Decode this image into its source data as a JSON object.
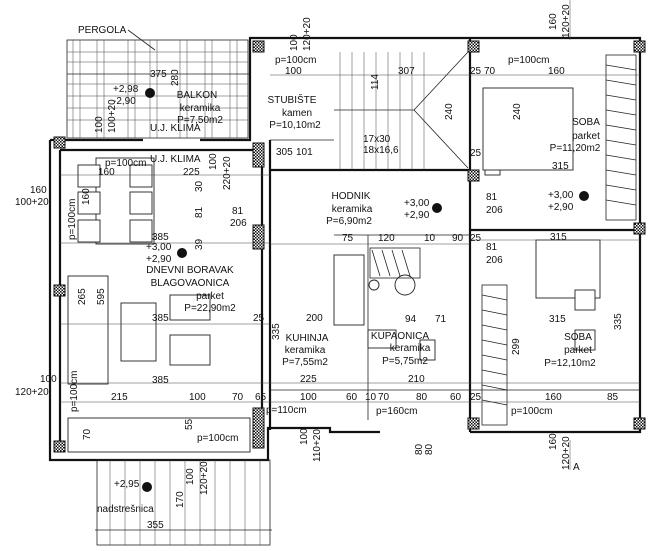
{
  "labels": {
    "pergola": "PERGOLA",
    "klima_1": "U.J. KLIMA",
    "klima_2": "U.J. KLIMA",
    "canopy": "nadstrešnica",
    "canopy_level": "+2,95",
    "section_mark": "A",
    "stair_1": "17x30",
    "stair_2": "18x16,6"
  },
  "rooms": [
    {
      "name": "BALKON",
      "floor": "keramika",
      "area": "P=7,50m2",
      "level_top": "+2,98",
      "level_bottom": "-2,90"
    },
    {
      "name": "STUBIŠTE",
      "floor": "kamen",
      "area": "P=10,10m2"
    },
    {
      "name": "SOBA",
      "floor": "parket",
      "area": "P=11,20m2",
      "level_top": "+3,00",
      "level_bottom": "+2,90"
    },
    {
      "name": "HODNIK",
      "floor": "keramika",
      "area": "P=6,90m2",
      "level_top": "+3,00",
      "level_bottom": "+2,90"
    },
    {
      "name": "DNEVNI BORAVAK",
      "name2": "BLAGOVAONICA",
      "floor": "parket",
      "area": "P=22,90m2",
      "level_top": "+3,00",
      "level_bottom": "+2,90"
    },
    {
      "name": "KUHINJA",
      "floor": "keramika",
      "area": "P=7,55m2"
    },
    {
      "name": "KUPAONICA",
      "floor": "keramika",
      "area": "P=5,75m2"
    },
    {
      "name": "SOBA",
      "floor": "parket",
      "area": "P=12,10m2"
    }
  ],
  "dims": [
    "375",
    "280",
    "100",
    "100+20",
    "p=100cm",
    "100",
    "120+20",
    "100",
    "p=100cm",
    "160",
    "225",
    "160",
    "100+20",
    "p=100cm",
    "160",
    "385",
    "30",
    "81",
    "39",
    "81",
    "206",
    "100",
    "220+20",
    "307",
    "114",
    "240",
    "25",
    "70",
    "160",
    "p=100cm",
    "240",
    "315",
    "25",
    "101",
    "305",
    "81",
    "206",
    "81",
    "206",
    "75",
    "120",
    "10",
    "90",
    "25",
    "315",
    "160",
    "120+20",
    "265",
    "595",
    "385",
    "335",
    "25",
    "200",
    "385",
    "225",
    "100",
    "120+20",
    "215",
    "100",
    "70",
    "65",
    "100",
    "60",
    "10",
    "70",
    "80",
    "60",
    "25",
    "160",
    "85",
    "p=100cm",
    "p=110cm",
    "p=160cm",
    "p=100cm",
    "p=100cm",
    "100",
    "110+20",
    "80",
    "80",
    "160",
    "120+20",
    "55",
    "100",
    "120+20",
    "170",
    "355",
    "94",
    "71",
    "210",
    "299",
    "315",
    "335",
    "70"
  ]
}
